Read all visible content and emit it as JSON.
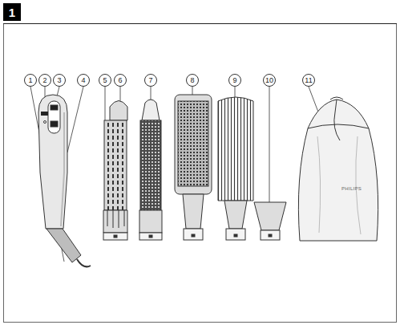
{
  "diagram": {
    "nodes": [
      {
        "text": [
          "1"
        ]
      }
    ],
    "labels": [
      "1",
      "2",
      "3",
      "4",
      "5",
      "6",
      "7",
      "8",
      "9",
      "10",
      "11",
      "PHILIPS"
    ]
  }
}
